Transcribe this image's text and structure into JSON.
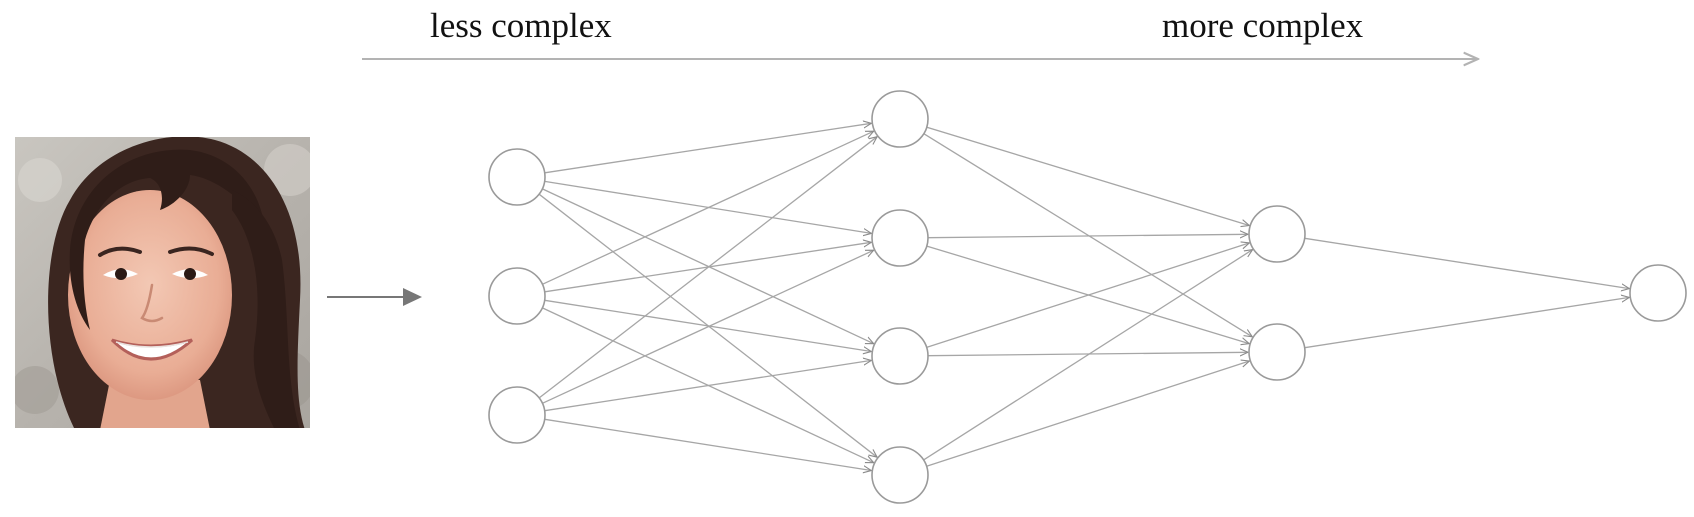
{
  "captions": {
    "left": "less complex",
    "right": "more complex"
  },
  "colors": {
    "node_stroke": "#9a9a9a",
    "edge_stroke": "#a6a6a6",
    "arrow_fill": "#7a7a7a",
    "complexity_arrow": "#b3b3b3",
    "input_arrow": "#777777"
  },
  "input_image": {
    "depicts": "smiling woman with long dark hair"
  },
  "network": {
    "layers": [
      {
        "name": "layer-1",
        "node_count": 3
      },
      {
        "name": "layer-2",
        "node_count": 4
      },
      {
        "name": "layer-3",
        "node_count": 2
      },
      {
        "name": "layer-4",
        "node_count": 1
      }
    ],
    "connectivity": "fully-connected"
  }
}
